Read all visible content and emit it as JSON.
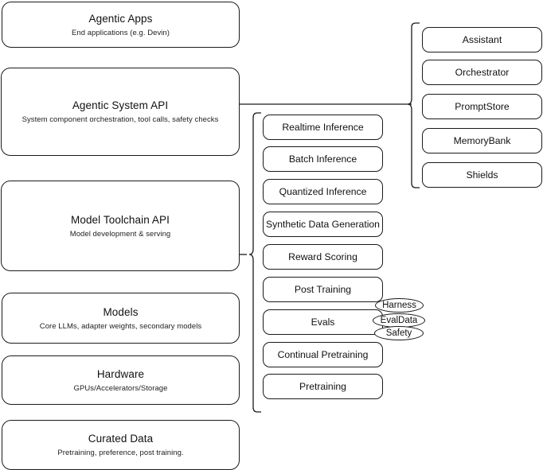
{
  "diagram": {
    "title": "AI Stack Architecture Diagram",
    "stroke_color": "#1a1a1a",
    "text_color": "#111111",
    "background_color": "#ffffff"
  },
  "stack_layers": [
    {
      "title": "Agentic Apps",
      "subtitle": "End applications (e.g. Devin)"
    },
    {
      "title": "Agentic System API",
      "subtitle": "System component orchestration, tool calls, safety checks"
    },
    {
      "title": "Model Toolchain API",
      "subtitle": "Model development & serving"
    },
    {
      "title": "Models",
      "subtitle": "Core LLMs, adapter weights, secondary models"
    },
    {
      "title": "Hardware",
      "subtitle": "GPUs/Accelerators/Storage"
    },
    {
      "title": "Curated Data",
      "subtitle": "Pretraining, preference, post training."
    }
  ],
  "toolchain_components": [
    {
      "label": "Realtime Inference"
    },
    {
      "label": "Batch Inference"
    },
    {
      "label": "Quantized Inference"
    },
    {
      "label": "Synthetic Data Generation"
    },
    {
      "label": "Reward Scoring"
    },
    {
      "label": "Post Training"
    },
    {
      "label": "Evals"
    },
    {
      "label": "Continual Pretraining"
    },
    {
      "label": "Pretraining"
    }
  ],
  "agentic_components": [
    {
      "label": "Assistant"
    },
    {
      "label": "Orchestrator"
    },
    {
      "label": "PromptStore"
    },
    {
      "label": "MemoryBank"
    },
    {
      "label": "Shields"
    }
  ],
  "evals_subcomponents": [
    {
      "label": "Harness"
    },
    {
      "label": "EvalData"
    },
    {
      "label": "Safety"
    }
  ]
}
